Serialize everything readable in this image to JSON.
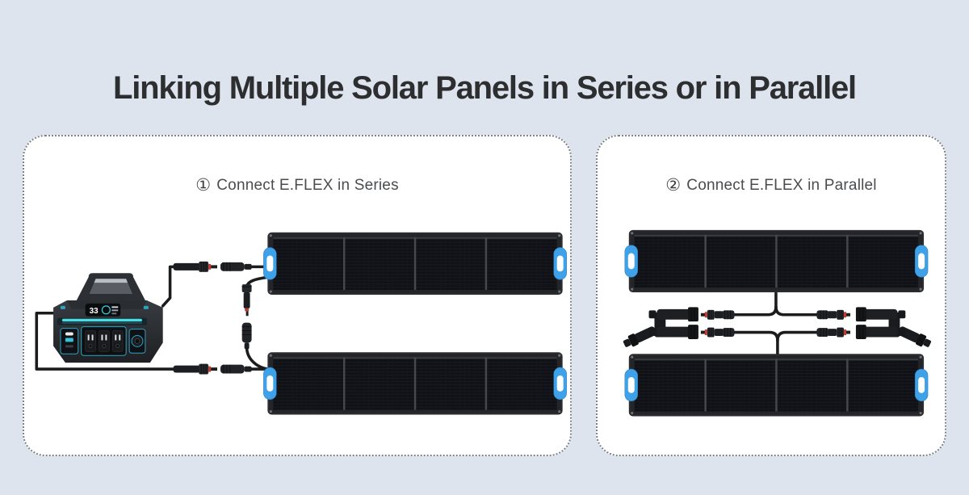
{
  "title": "Linking Multiple Solar Panels in Series or in Parallel",
  "cards": {
    "series": {
      "number": "①",
      "label": "Connect E.FLEX in Series"
    },
    "parallel": {
      "number": "②",
      "label": "Connect E.FLEX in Parallel"
    }
  },
  "station": {
    "display_value": "33"
  },
  "icons": [
    "power-station",
    "solar-panel",
    "blue-carry-handle",
    "mc4-connector-pair",
    "mc4-male-connector",
    "mc4-female-connector",
    "y-branch-parallel-connector",
    "cable"
  ],
  "colors": {
    "background": "#dee4ee",
    "card_background": "#ffffff",
    "card_border": "#7d8289",
    "title_text": "#2d2e30",
    "header_text": "#4a4c4f",
    "panel_frame": "#2b2d31",
    "panel_cells": "#101116",
    "panel_fold_line": "#45474c",
    "handle_blue": "#3fa2e9",
    "cable_black": "#1b1c1e",
    "station_light_strip": "#4fd9e3",
    "station_port_outline": "#2ba4c4",
    "connector_red": "#bf3a2f"
  }
}
